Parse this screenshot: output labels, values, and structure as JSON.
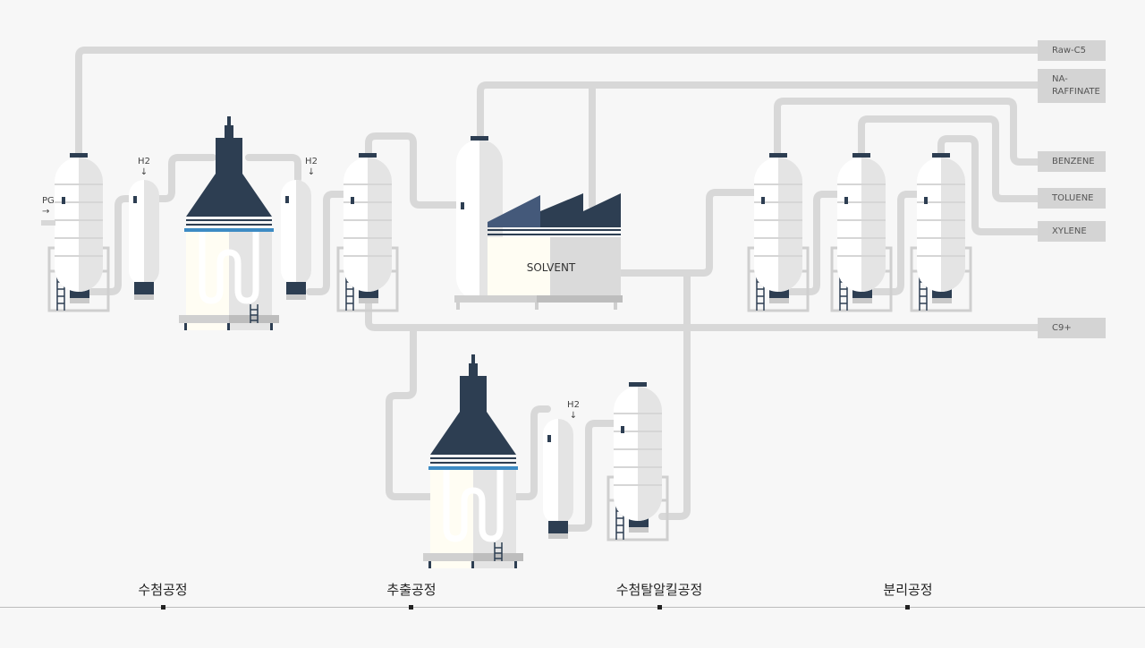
{
  "outputs": {
    "raw_c5": "Raw-C5",
    "na_raffinate": "NA-\nRAFFINATE",
    "benzene": "BENZENE",
    "toluene": "TOLUENE",
    "xylene": "XYLENE",
    "c9plus": "C9+"
  },
  "inputs": {
    "pg": "PG",
    "h2": "H2",
    "arrow_right": "→",
    "arrow_down": "↓"
  },
  "solvent_label": "SOLVENT",
  "stages": [
    {
      "label": "수첨공정"
    },
    {
      "label": "추출공정"
    },
    {
      "label": "수첨탈알킬공정"
    },
    {
      "label": "분리공정"
    }
  ],
  "colors": {
    "pipe": "#d8d8d8",
    "tank": "#ffffff",
    "tank_shade": "#e4e4e4",
    "navy": "#2d3e52",
    "blue_accent": "#3d8bc4",
    "cream": "#fffdf3",
    "background": "#f7f7f7"
  }
}
